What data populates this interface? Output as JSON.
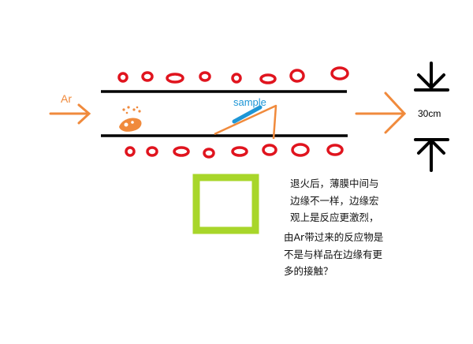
{
  "labels": {
    "gas": "Ar",
    "sample": "sample",
    "dimension": "30cm"
  },
  "annotation_lines": [
    "退火后，薄膜中间与",
    "边缘不一样，边缘宏",
    "观上是反应更激烈，",
    "由Ar带过来的反应物是",
    "不是与样品在边缘有更",
    "多的接触？"
  ],
  "colors": {
    "heater": "#e0141e",
    "tube": "#000000",
    "flow_arrow": "#f08a3c",
    "sample": "#1e96d6",
    "film_square": "#a8d62a",
    "dimension_arrow": "#000000"
  },
  "icons": {
    "heater_coil": "red-ellipse",
    "precursor": "orange-blob",
    "sample_holder": "orange-wedge"
  }
}
